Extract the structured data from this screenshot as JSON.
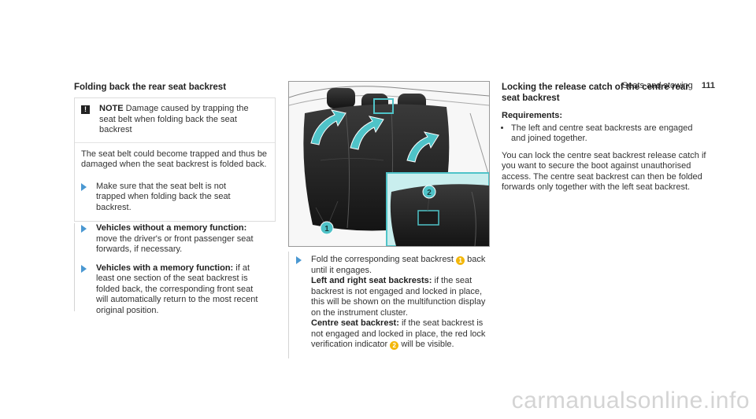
{
  "header": {
    "section": "Seats and stowing",
    "page": "111"
  },
  "fold_section": {
    "heading": "Folding back the rear seat backrest",
    "note": {
      "icon": "warning-icon",
      "title": "NOTE",
      "title_text": "Damage caused by trapping the seat belt when folding back the seat backrest",
      "body": "The seat belt could become trapped and thus be damaged when the seat backrest is folded back.",
      "step": "Make sure that the seat belt is not trapped when folding back the seat backrest."
    },
    "steps": [
      {
        "bold": "Vehicles without a memory function:",
        "text": " move the driver's or front passenger seat forwards, if necessary."
      },
      {
        "bold": "Vehicles with a memory function:",
        "text": " if at least one section of the seat backrest is folded back, the corresponding front seat will automatically return to the most recent original position."
      }
    ]
  },
  "figure": {
    "callout_1": "1",
    "callout_2": "2",
    "accent_color": "#4fc3c8",
    "inset_color": "#c9eeee"
  },
  "middle_column": {
    "step_intro": "Fold the corresponding seat backrest",
    "step_tail": "back until it engages.",
    "para1_bold": "Left and right seat backrests:",
    "para1_text": " if the seat backrest is not engaged and locked in place, this will be shown on the multifunction display on the instrument cluster.",
    "para2_bold": "Centre seat backrest:",
    "para2_text": " if the seat backrest is not engaged and locked in place, the red lock verification indicator",
    "para2_tail": "will be visible."
  },
  "lock_section": {
    "heading": "Locking the release catch of the centre rear seat backrest",
    "req_label": "Requirements:",
    "req_items": [
      "The left and centre seat backrests are engaged and joined together."
    ],
    "body": "You can lock the centre seat backrest release catch if you want to secure the boot against unauthorised access. The centre seat backrest can then be folded forwards only together with the left seat backrest."
  },
  "footer": {
    "watermark": "carmanualsonline.info"
  }
}
